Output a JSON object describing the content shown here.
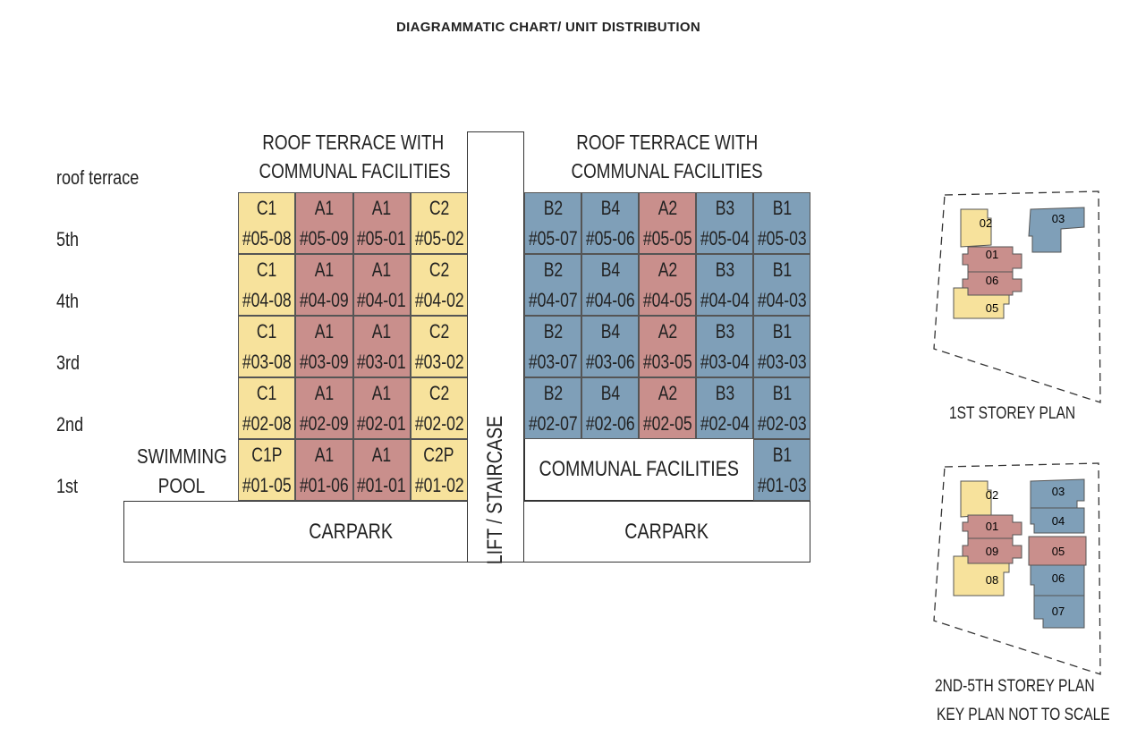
{
  "title": "DIAGRAMMATIC CHART/ UNIT DISTRIBUTION",
  "floors": [
    "roof terrace",
    "5th",
    "4th",
    "3rd",
    "2nd",
    "1st"
  ],
  "roof_terrace_left": [
    "ROOF TERRACE WITH",
    "COMMUNAL FACILITIES"
  ],
  "roof_terrace_right": [
    "ROOF TERRACE WITH",
    "COMMUNAL FACILITIES"
  ],
  "lift": "LIFT / STAIRCASE",
  "swimming_pool": [
    "SWIMMING",
    "POOL"
  ],
  "communal_facilities": "COMMUNAL FACILITIES",
  "carpark_left": "CARPARK",
  "carpark_right": "CARPARK",
  "colors": {
    "yellow": "#f7e29c",
    "red": "#c98f8c",
    "blue": "#7f9fb8"
  },
  "left_block": {
    "rows": [
      [
        {
          "type": "C1",
          "no": "#05-08",
          "color": "yellow"
        },
        {
          "type": "A1",
          "no": "#05-09",
          "color": "red"
        },
        {
          "type": "A1",
          "no": "#05-01",
          "color": "red"
        },
        {
          "type": "C2",
          "no": "#05-02",
          "color": "yellow"
        }
      ],
      [
        {
          "type": "C1",
          "no": "#04-08",
          "color": "yellow"
        },
        {
          "type": "A1",
          "no": "#04-09",
          "color": "red"
        },
        {
          "type": "A1",
          "no": "#04-01",
          "color": "red"
        },
        {
          "type": "C2",
          "no": "#04-02",
          "color": "yellow"
        }
      ],
      [
        {
          "type": "C1",
          "no": "#03-08",
          "color": "yellow"
        },
        {
          "type": "A1",
          "no": "#03-09",
          "color": "red"
        },
        {
          "type": "A1",
          "no": "#03-01",
          "color": "red"
        },
        {
          "type": "C2",
          "no": "#03-02",
          "color": "yellow"
        }
      ],
      [
        {
          "type": "C1",
          "no": "#02-08",
          "color": "yellow"
        },
        {
          "type": "A1",
          "no": "#02-09",
          "color": "red"
        },
        {
          "type": "A1",
          "no": "#02-01",
          "color": "red"
        },
        {
          "type": "C2",
          "no": "#02-02",
          "color": "yellow"
        }
      ],
      [
        {
          "type": "C1P",
          "no": "#01-05",
          "color": "yellow"
        },
        {
          "type": "A1",
          "no": "#01-06",
          "color": "red"
        },
        {
          "type": "A1",
          "no": "#01-01",
          "color": "red"
        },
        {
          "type": "C2P",
          "no": "#01-02",
          "color": "yellow"
        }
      ]
    ]
  },
  "right_block": {
    "rows": [
      [
        {
          "type": "B2",
          "no": "#05-07",
          "color": "blue"
        },
        {
          "type": "B4",
          "no": "#05-06",
          "color": "blue"
        },
        {
          "type": "A2",
          "no": "#05-05",
          "color": "red"
        },
        {
          "type": "B3",
          "no": "#05-04",
          "color": "blue"
        },
        {
          "type": "B1",
          "no": "#05-03",
          "color": "blue"
        }
      ],
      [
        {
          "type": "B2",
          "no": "#04-07",
          "color": "blue"
        },
        {
          "type": "B4",
          "no": "#04-06",
          "color": "blue"
        },
        {
          "type": "A2",
          "no": "#04-05",
          "color": "red"
        },
        {
          "type": "B3",
          "no": "#04-04",
          "color": "blue"
        },
        {
          "type": "B1",
          "no": "#04-03",
          "color": "blue"
        }
      ],
      [
        {
          "type": "B2",
          "no": "#03-07",
          "color": "blue"
        },
        {
          "type": "B4",
          "no": "#03-06",
          "color": "blue"
        },
        {
          "type": "A2",
          "no": "#03-05",
          "color": "red"
        },
        {
          "type": "B3",
          "no": "#03-04",
          "color": "blue"
        },
        {
          "type": "B1",
          "no": "#03-03",
          "color": "blue"
        }
      ],
      [
        {
          "type": "B2",
          "no": "#02-07",
          "color": "blue"
        },
        {
          "type": "B4",
          "no": "#02-06",
          "color": "blue"
        },
        {
          "type": "A2",
          "no": "#02-05",
          "color": "red"
        },
        {
          "type": "B3",
          "no": "#02-04",
          "color": "blue"
        },
        {
          "type": "B1",
          "no": "#02-03",
          "color": "blue"
        }
      ]
    ],
    "first_floor_unit": {
      "type": "B1",
      "no": "#01-03",
      "color": "blue"
    }
  },
  "key_plans": {
    "first_storey": {
      "label": "1ST STOREY PLAN",
      "units": [
        {
          "no": "02",
          "color": "yellow"
        },
        {
          "no": "03",
          "color": "blue"
        },
        {
          "no": "01",
          "color": "red"
        },
        {
          "no": "06",
          "color": "red"
        },
        {
          "no": "05",
          "color": "yellow"
        }
      ]
    },
    "upper_storey": {
      "label": "2ND-5TH STOREY PLAN",
      "units": [
        {
          "no": "02",
          "color": "yellow"
        },
        {
          "no": "03",
          "color": "blue"
        },
        {
          "no": "01",
          "color": "red"
        },
        {
          "no": "04",
          "color": "blue"
        },
        {
          "no": "09",
          "color": "red"
        },
        {
          "no": "05",
          "color": "red"
        },
        {
          "no": "08",
          "color": "yellow"
        },
        {
          "no": "06",
          "color": "blue"
        },
        {
          "no": "07",
          "color": "blue"
        }
      ]
    },
    "note": "KEY PLAN NOT TO SCALE"
  }
}
